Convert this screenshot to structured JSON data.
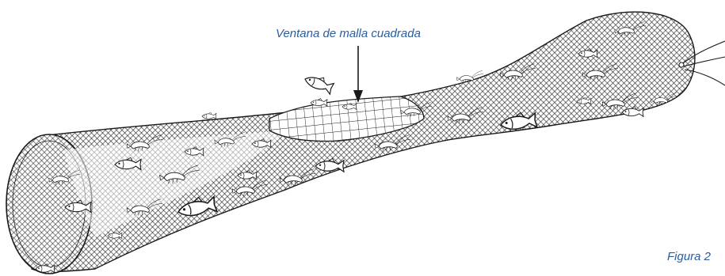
{
  "annotations": {
    "square_mesh_window": "Ventana de malla cuadrada",
    "figure_caption": "Figura 2"
  },
  "colors": {
    "ink": "#1a1a1a",
    "label": "#2a5d9c",
    "background": "#ffffff"
  },
  "objects": [
    "trawl-net",
    "net-mouth",
    "square-mesh-window",
    "codend",
    "tow-ropes",
    "fish",
    "shrimp"
  ]
}
